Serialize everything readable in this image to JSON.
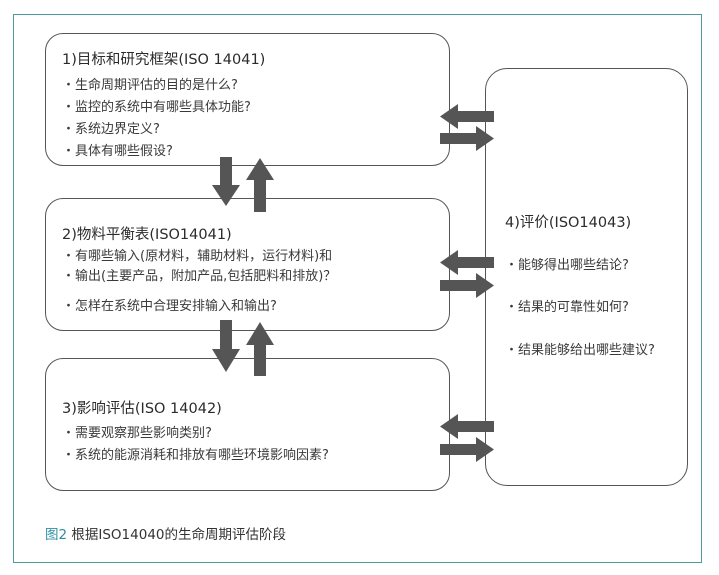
{
  "box1": {
    "title": "1)目标和研究框架(ISO 14041)",
    "items": [
      "・生命周期评估的目的是什么?",
      "・监控的系统中有哪些具体功能?",
      "・系统边界定义?",
      "・具体有哪些假设?"
    ]
  },
  "box2": {
    "title": "2)物料平衡表(ISO14041)",
    "items": [
      "・有哪些输入(原材料，辅助材料，运行材料)和",
      "・输出(主要产品，附加产品,包括肥料和排放)？",
      "・怎样在系统中合理安排输入和输出?"
    ]
  },
  "box3": {
    "title": "3)影响评估(ISO 14042)",
    "items": [
      "・需要观察那些影响类别?",
      "・系统的能源消耗和排放有哪些环境影响因素?"
    ]
  },
  "box4": {
    "title": "4)评价(ISO14043)",
    "items": [
      "・能够得出哪些结论?",
      "・结果的可靠性如何?",
      "・结果能够给出哪些建议?"
    ]
  },
  "caption": {
    "fig": "图2",
    "text": " 根据ISO14040的生命周期评估阶段"
  },
  "colors": {
    "frame": "#4a9a9e",
    "arrow": "#555555",
    "caption_fig": "#2c8fa0",
    "box_border": "#555555"
  }
}
